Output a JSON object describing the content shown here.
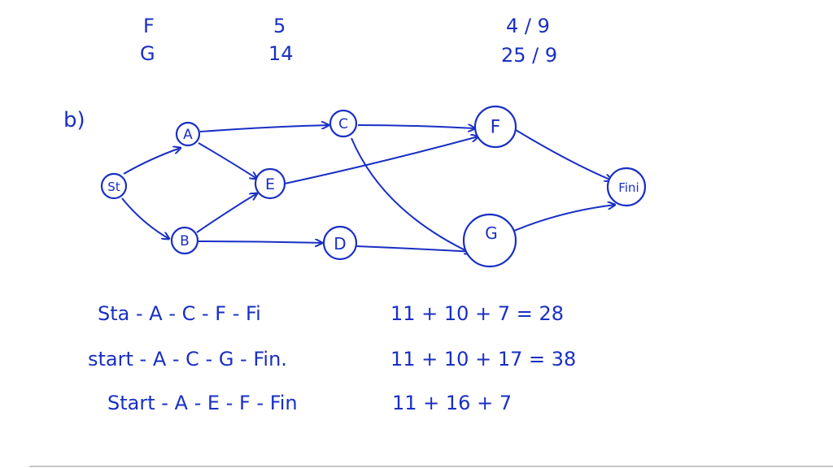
{
  "top_table": {
    "rows": [
      {
        "c1": "F",
        "c2": "5",
        "c3": "4 / 9"
      },
      {
        "c1": "G",
        "c2": "14",
        "c3": "25 / 9"
      }
    ]
  },
  "section_label": "b)",
  "diagram": {
    "nodes": [
      {
        "id": "st",
        "label": "St"
      },
      {
        "id": "a",
        "label": "A"
      },
      {
        "id": "b",
        "label": "B"
      },
      {
        "id": "c",
        "label": "C"
      },
      {
        "id": "d",
        "label": "D"
      },
      {
        "id": "e",
        "label": "E"
      },
      {
        "id": "f",
        "label": "F"
      },
      {
        "id": "g",
        "label": "G"
      },
      {
        "id": "fin",
        "label": "Fini"
      }
    ],
    "edges": [
      {
        "from": "st",
        "to": "a"
      },
      {
        "from": "st",
        "to": "b"
      },
      {
        "from": "a",
        "to": "c"
      },
      {
        "from": "a",
        "to": "e"
      },
      {
        "from": "b",
        "to": "e"
      },
      {
        "from": "b",
        "to": "d"
      },
      {
        "from": "c",
        "to": "f"
      },
      {
        "from": "c",
        "to": "g"
      },
      {
        "from": "e",
        "to": "f"
      },
      {
        "from": "d",
        "to": "g"
      },
      {
        "from": "f",
        "to": "fin"
      },
      {
        "from": "g",
        "to": "fin"
      }
    ]
  },
  "paths": [
    {
      "route": "Sta - A - C - F - Fi",
      "sum": "11 + 10 + 7 = 28"
    },
    {
      "route": "start - A - C - G - Fin.",
      "sum": "11 + 10 + 17 = 38"
    },
    {
      "route": "Start - A - E - F - Fin",
      "sum": "11 + 16 + 7"
    }
  ],
  "colors": {
    "ink": "#1a2fc4",
    "background": "#ffffff"
  }
}
